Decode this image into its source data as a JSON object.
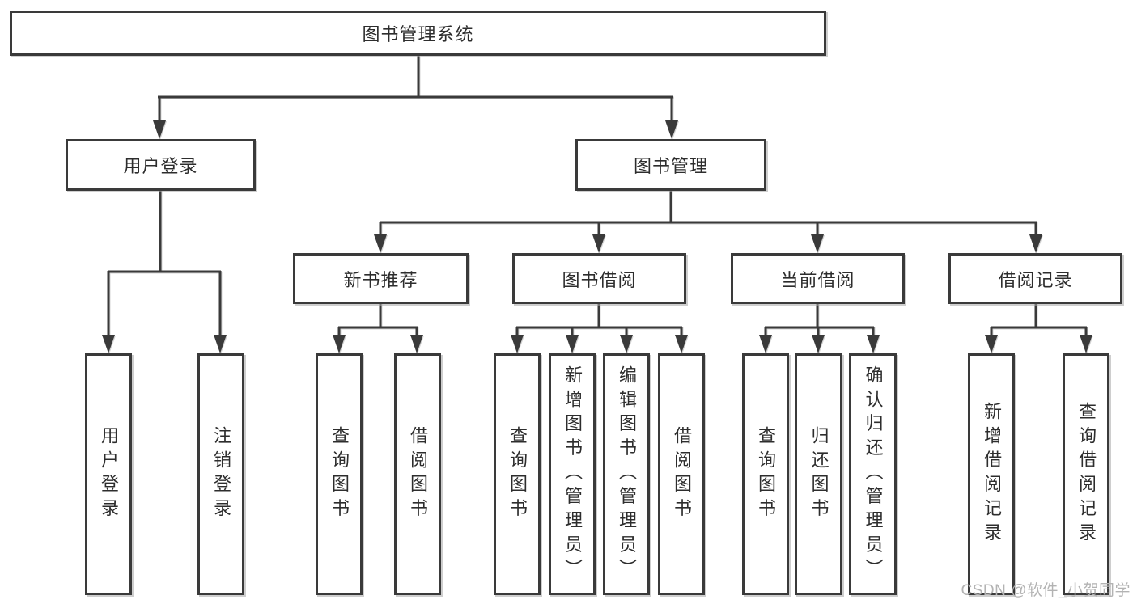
{
  "root": {
    "label": "图书管理系统"
  },
  "level1": {
    "user_login": {
      "label": "用户登录"
    },
    "book_management": {
      "label": "图书管理"
    }
  },
  "level2": {
    "new_book_recommend": {
      "label": "新书推荐"
    },
    "book_borrow": {
      "label": "图书借阅"
    },
    "current_borrow": {
      "label": "当前借阅"
    },
    "borrow_records": {
      "label": "借阅记录"
    }
  },
  "leaves": {
    "user_login": {
      "label": "用户登录"
    },
    "logout": {
      "label": "注销登录"
    },
    "recommend_query_book": {
      "label": "查询图书"
    },
    "recommend_borrow_book": {
      "label": "借阅图书"
    },
    "borrow_query_book": {
      "label": "查询图书"
    },
    "borrow_add_book": {
      "label": "新增图书（管理员）"
    },
    "borrow_edit_book": {
      "label": "编辑图书（管理员）"
    },
    "borrow_borrow_book": {
      "label": "借阅图书"
    },
    "current_query_book": {
      "label": "查询图书"
    },
    "current_return_book": {
      "label": "归还图书"
    },
    "current_confirm_return": {
      "label": "确认归还（管理员）"
    },
    "records_add_record": {
      "label": "新增借阅记录"
    },
    "records_query_record": {
      "label": "查询借阅记录"
    }
  },
  "watermark": {
    "text": "CSDN @软件_小贺同学"
  },
  "colors": {
    "line": "#3a3a3a",
    "text": "#2d2d2d",
    "background": "#ffffff",
    "watermark": "#b3b3b3"
  }
}
